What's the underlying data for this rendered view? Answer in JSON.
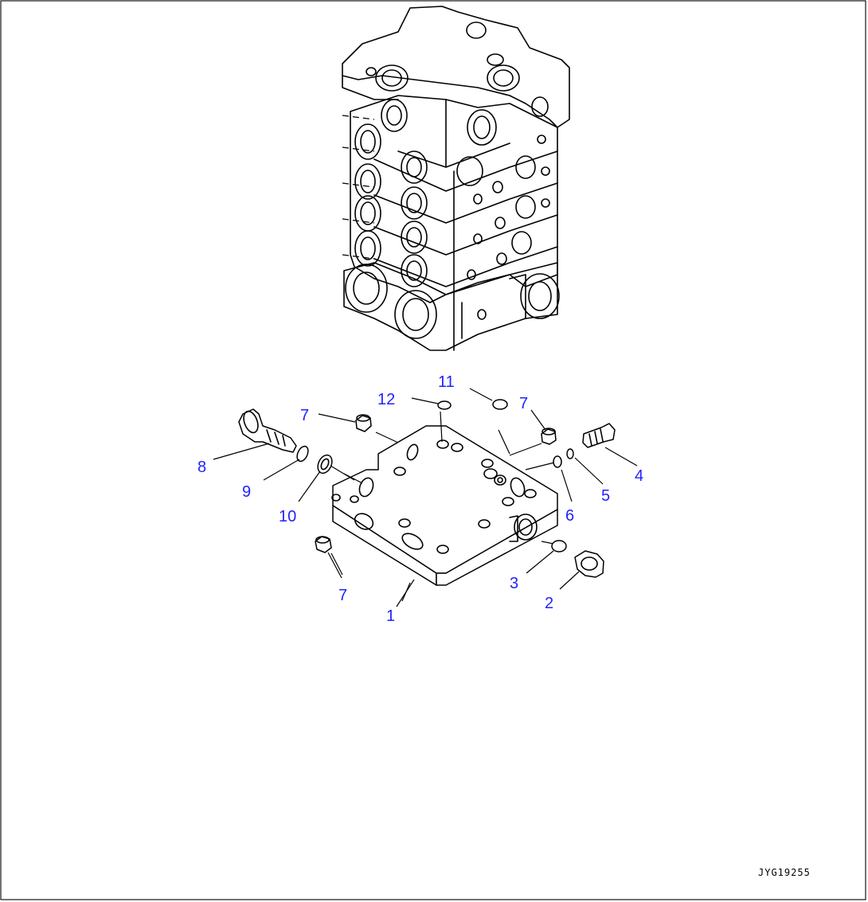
{
  "callouts": {
    "c1": "1",
    "c2": "2",
    "c3": "3",
    "c4": "4",
    "c5": "5",
    "c6": "6",
    "c7a": "7",
    "c7b": "7",
    "c7c": "7",
    "c8": "8",
    "c9": "9",
    "c10": "10",
    "c11": "11",
    "c12": "12"
  },
  "figure_code": "JYG19255",
  "colors": {
    "callout": "#2222ff",
    "line": "#000000",
    "background": "#ffffff"
  }
}
